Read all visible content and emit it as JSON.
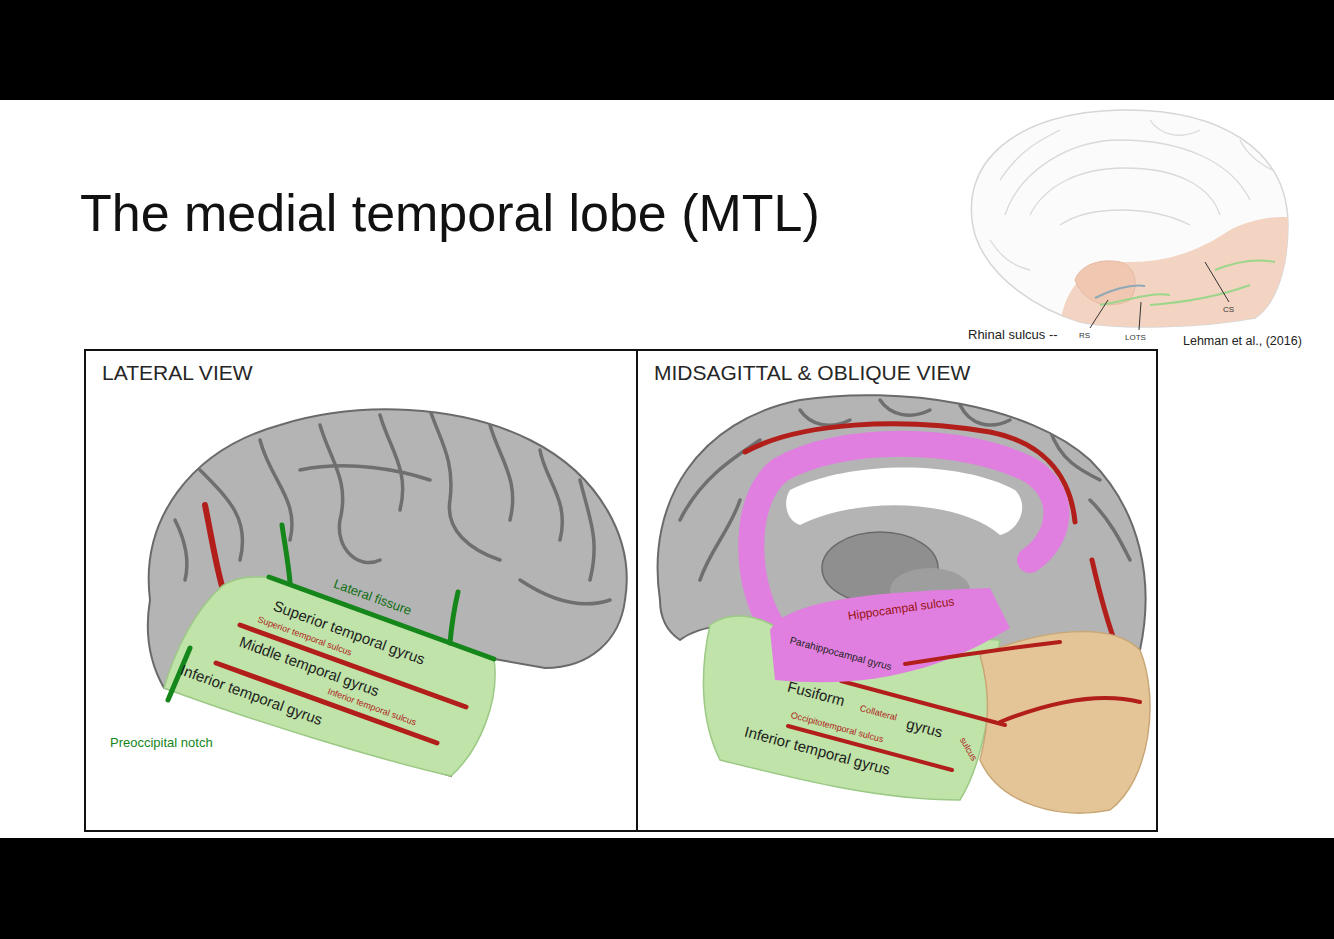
{
  "diagram": {
    "title": "The medial temporal lobe (MTL)",
    "nodes": [
      {
        "text": [
          "LATERAL VIEW"
        ]
      },
      {
        "text": [
          "MIDSAGITTAL & OBLIQUE VIEW"
        ]
      }
    ],
    "labels": [
      "Rhinal sulcus --",
      "RS",
      "LOTS",
      "CS",
      "Lehman et al., (2016)",
      "Lateral fissure",
      "Superior temporal gyrus",
      "Superior temporal sulcus",
      "Middle temporal gyrus",
      "Inferior temporal sulcus",
      "Inferior temporal gyrus",
      "Preoccipital notch",
      "Hippocampal sulcus",
      "Parahippocampal gyrus",
      "Fusiform",
      "Collateral",
      "gyrus",
      "sulcus",
      "Occipitotemporal sulcus",
      "Inferior temporal gyrus"
    ]
  }
}
